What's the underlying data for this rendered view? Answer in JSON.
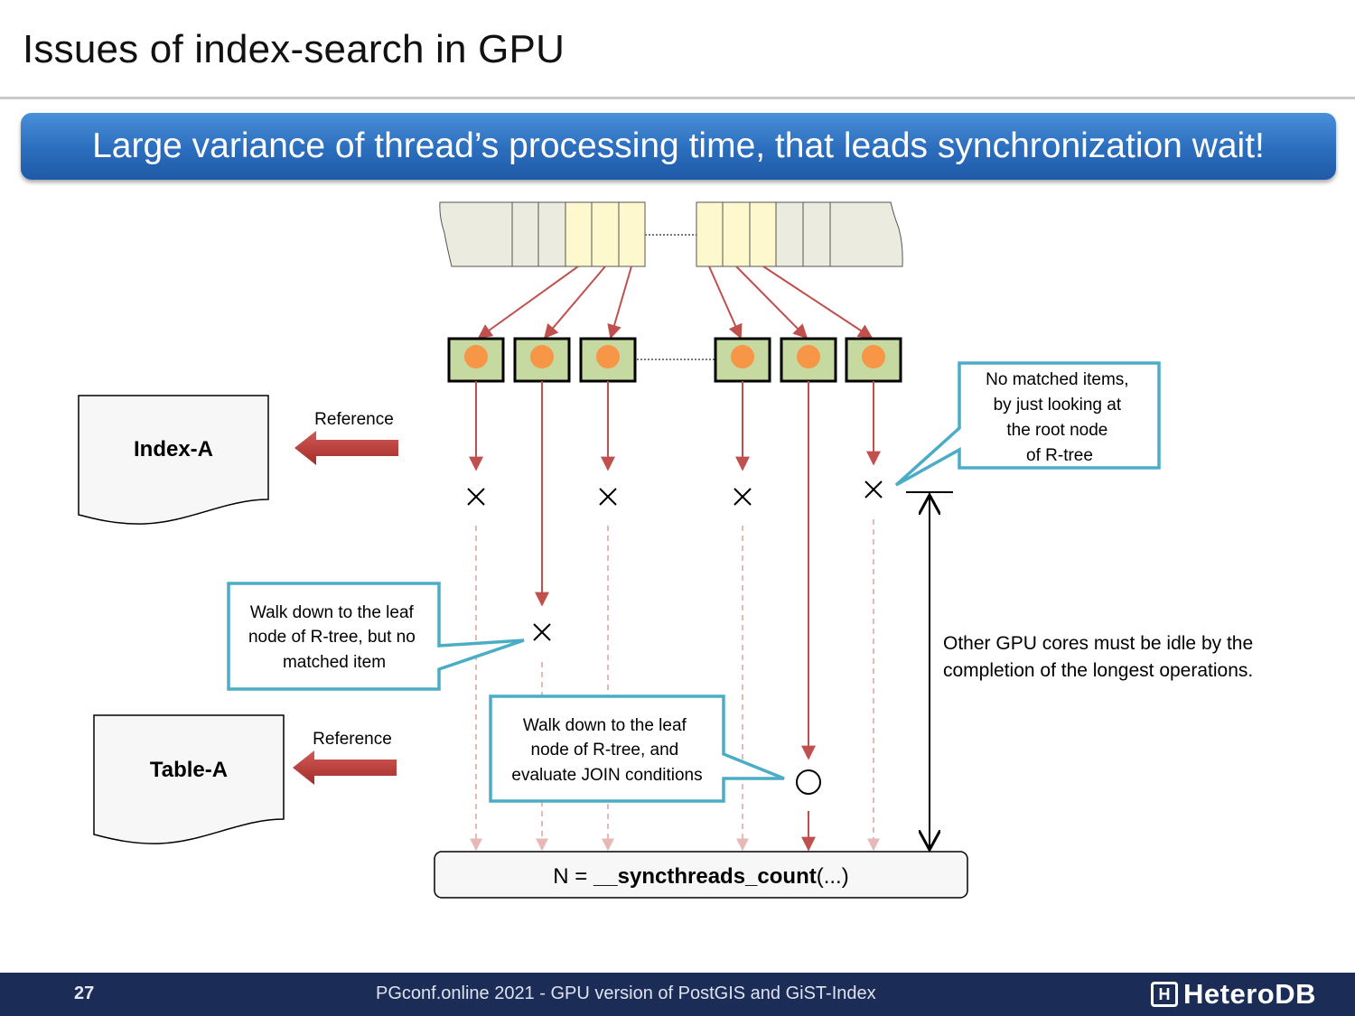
{
  "slide": {
    "title": "Issues of index-search in GPU",
    "banner": "Large variance of thread’s processing time, that leads synchronization wait!"
  },
  "diagram": {
    "index_label": "Index-A",
    "table_label": "Table-A",
    "reference_label_1": "Reference",
    "reference_label_2": "Reference",
    "callout_root": [
      "No matched items,",
      "by just looking at",
      "the root node",
      "of R-tree"
    ],
    "callout_leaf_nomatch": [
      "Walk down to the leaf",
      "node of R-tree, but no",
      "matched item"
    ],
    "callout_leaf_join": [
      "Walk down to the leaf",
      "node of R-tree, and",
      "evaluate JOIN conditions"
    ],
    "idle_note": [
      "Other GPU cores must be idle by the",
      "completion of the longest operations."
    ],
    "sync_prefix": "N = ",
    "sync_func": "__syncthreads_count",
    "sync_suffix": "(...)"
  },
  "footer": {
    "page_number": "27",
    "text": "PGconf.online 2021 - GPU version of PostGIS and GiST-Index",
    "logo_mark": "H",
    "logo_text": "HeteroDB"
  },
  "colors": {
    "banner": "#2b6dbd",
    "arrow": "#c0504d",
    "callout_border": "#4bacc6",
    "core_fill": "#c5d9a0",
    "core_dot": "#f79646"
  }
}
